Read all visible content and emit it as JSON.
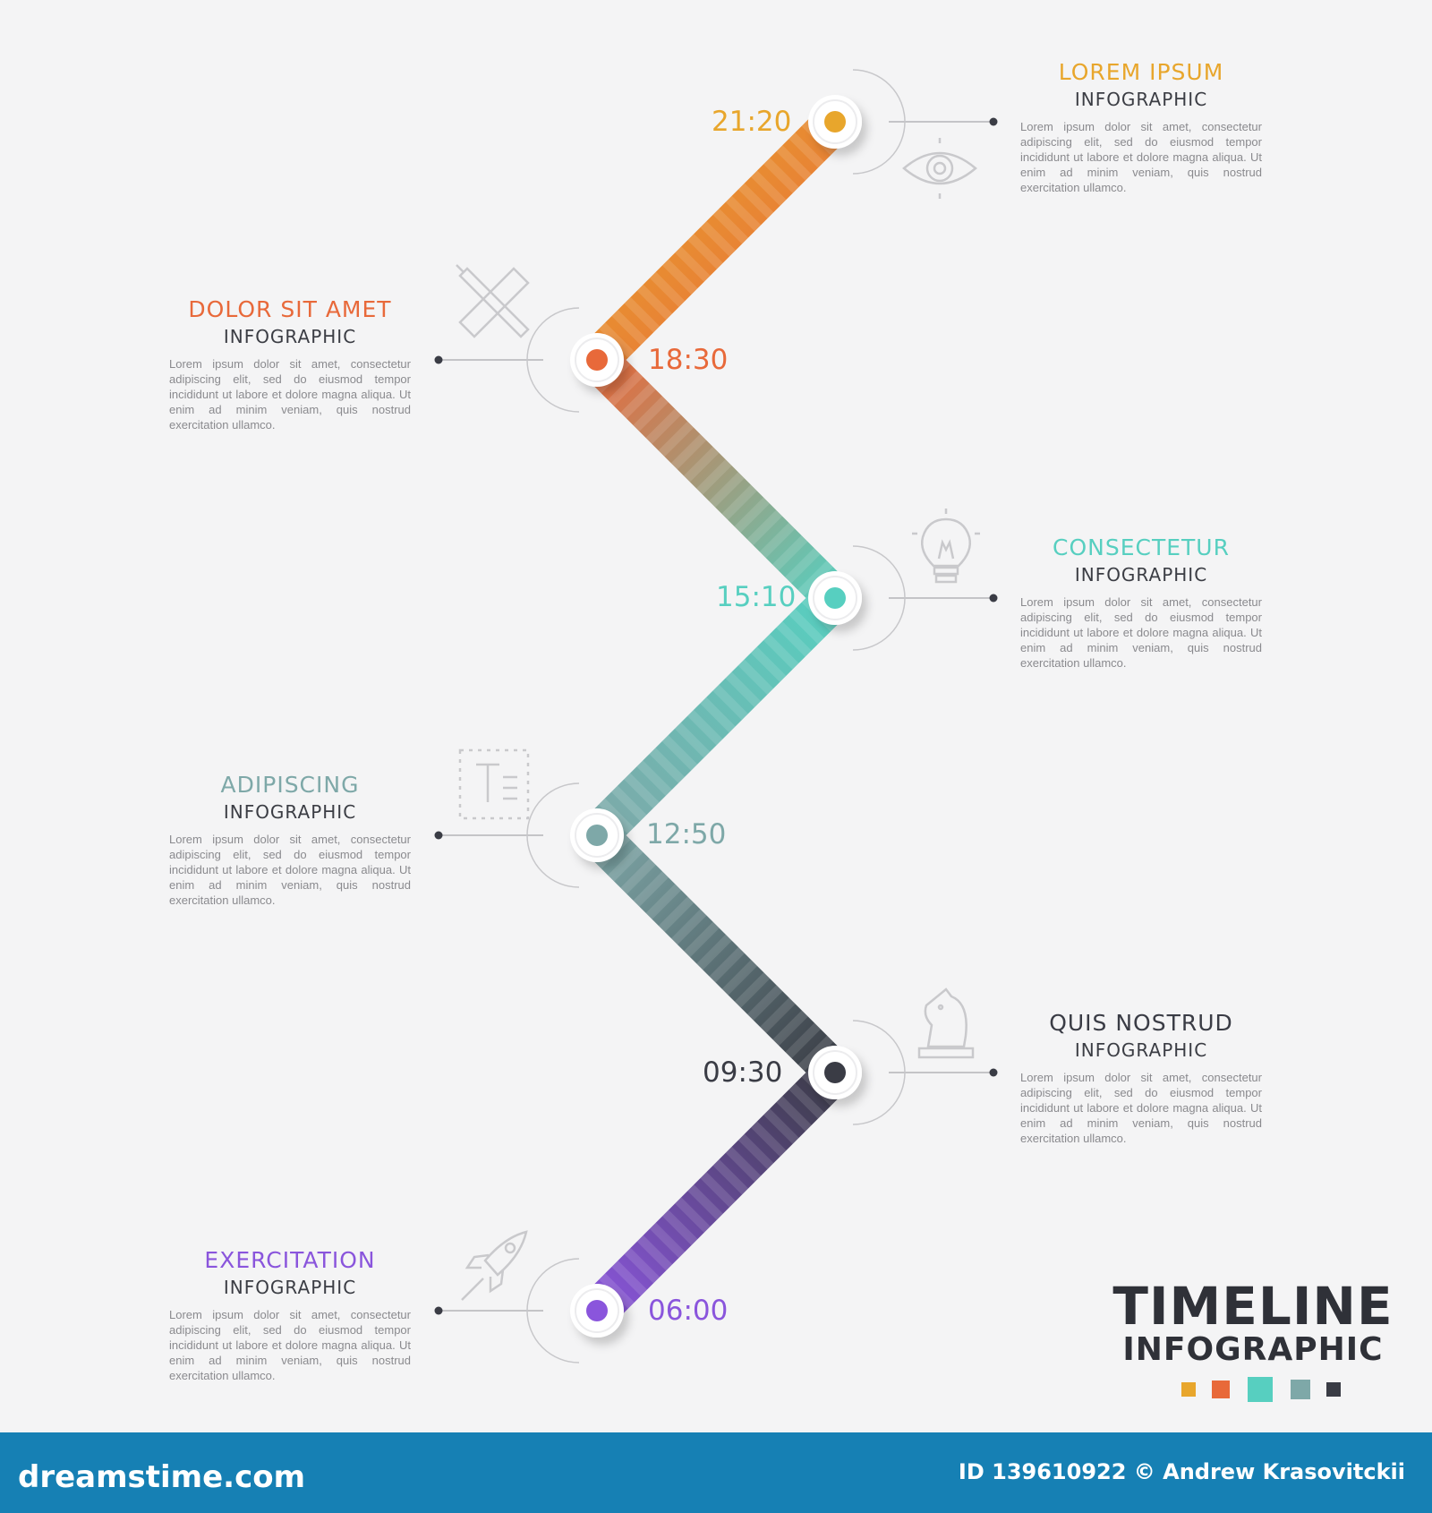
{
  "colors": {
    "step1": "#e8a62c",
    "step2": "#e8693a",
    "step3": "#57cfc0",
    "step4": "#7ea8a8",
    "step5": "#3a3c45",
    "step6": "#8a55dc",
    "line_dark": "#555560",
    "footer": "#1680b4"
  },
  "steps": [
    {
      "time": "21:20",
      "title": "LOREM IPSUM",
      "subtitle": "INFOGRAPHIC",
      "text": "Lorem ipsum dolor sit amet, consectetur adipiscing elit, sed do eiusmod tempor incididunt ut labore et dolore magna aliqua. Ut enim ad minim veniam, quis nostrud exercitation ullamco.",
      "icon": "eye-icon"
    },
    {
      "time": "18:30",
      "title": "DOLOR SIT AMET",
      "subtitle": "INFOGRAPHIC",
      "text": "Lorem ipsum dolor sit amet, consectetur adipiscing elit, sed do eiusmod tempor incididunt ut labore et dolore magna aliqua. Ut enim ad minim veniam, quis nostrud exercitation ullamco.",
      "icon": "pencil-ruler-icon"
    },
    {
      "time": "15:10",
      "title": "CONSECTETUR",
      "subtitle": "INFOGRAPHIC",
      "text": "Lorem ipsum dolor sit amet, consectetur adipiscing elit, sed do eiusmod tempor incididunt ut labore et dolore magna aliqua. Ut enim ad minim veniam, quis nostrud exercitation ullamco.",
      "icon": "lightbulb-icon"
    },
    {
      "time": "12:50",
      "title": "ADIPISCING",
      "subtitle": "INFOGRAPHIC",
      "text": "Lorem ipsum dolor sit amet, consectetur adipiscing elit, sed do eiusmod tempor incididunt ut labore et dolore magna aliqua. Ut enim ad minim veniam, quis nostrud exercitation ullamco.",
      "icon": "text-box-icon"
    },
    {
      "time": "09:30",
      "title": "QUIS NOSTRUD",
      "subtitle": "INFOGRAPHIC",
      "text": "Lorem ipsum dolor sit amet, consectetur adipiscing elit, sed do eiusmod tempor incididunt ut labore et dolore magna aliqua. Ut enim ad minim veniam, quis nostrud exercitation ullamco.",
      "icon": "chess-knight-icon"
    },
    {
      "time": "06:00",
      "title": "EXERCITATION",
      "subtitle": "INFOGRAPHIC",
      "text": "Lorem ipsum dolor sit amet, consectetur adipiscing elit, sed do eiusmod tempor incididunt ut labore et dolore magna aliqua. Ut enim ad minim veniam, quis nostrud exercitation ullamco.",
      "icon": "rocket-icon"
    }
  ],
  "brand": {
    "line1": "TIMELINE",
    "line2": "INFOGRAPHIC"
  },
  "footer": {
    "logo": "dreamstime.com",
    "credit": "ID 139610922 © Andrew Krasovitckii"
  }
}
